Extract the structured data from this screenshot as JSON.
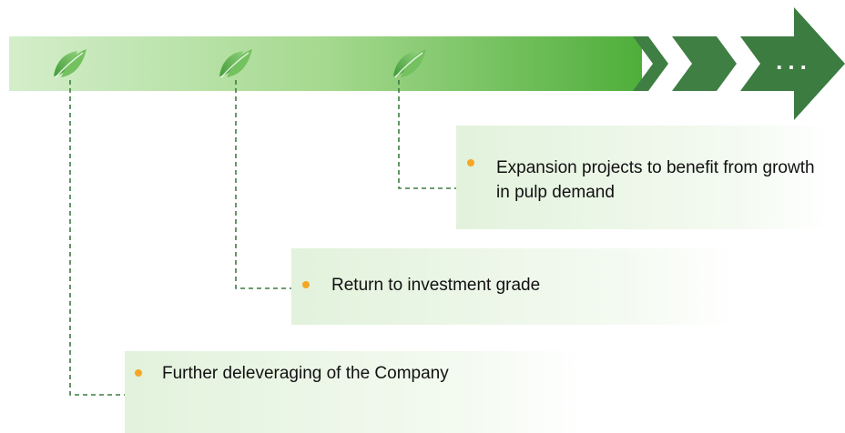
{
  "colors": {
    "bar_start": "#cdebc4",
    "bar_end": "#4fae3a",
    "chevron": "#3f7f43",
    "arrow": "#3c7c41",
    "leaf": "#5fae4a",
    "connector": "#3c7c41",
    "card_bg_start": "#e4f3df",
    "card_bg_end": "#ffffff",
    "bullet": "#F5A623"
  },
  "arrow": {
    "ellipsis": "..."
  },
  "milestones": [
    {
      "icon": "leaf-icon",
      "text": "Further deleveraging of the Company"
    },
    {
      "icon": "leaf-icon",
      "text": "Return to investment grade"
    },
    {
      "icon": "leaf-icon",
      "text": "Expansion projects to benefit from growth in pulp demand"
    }
  ]
}
